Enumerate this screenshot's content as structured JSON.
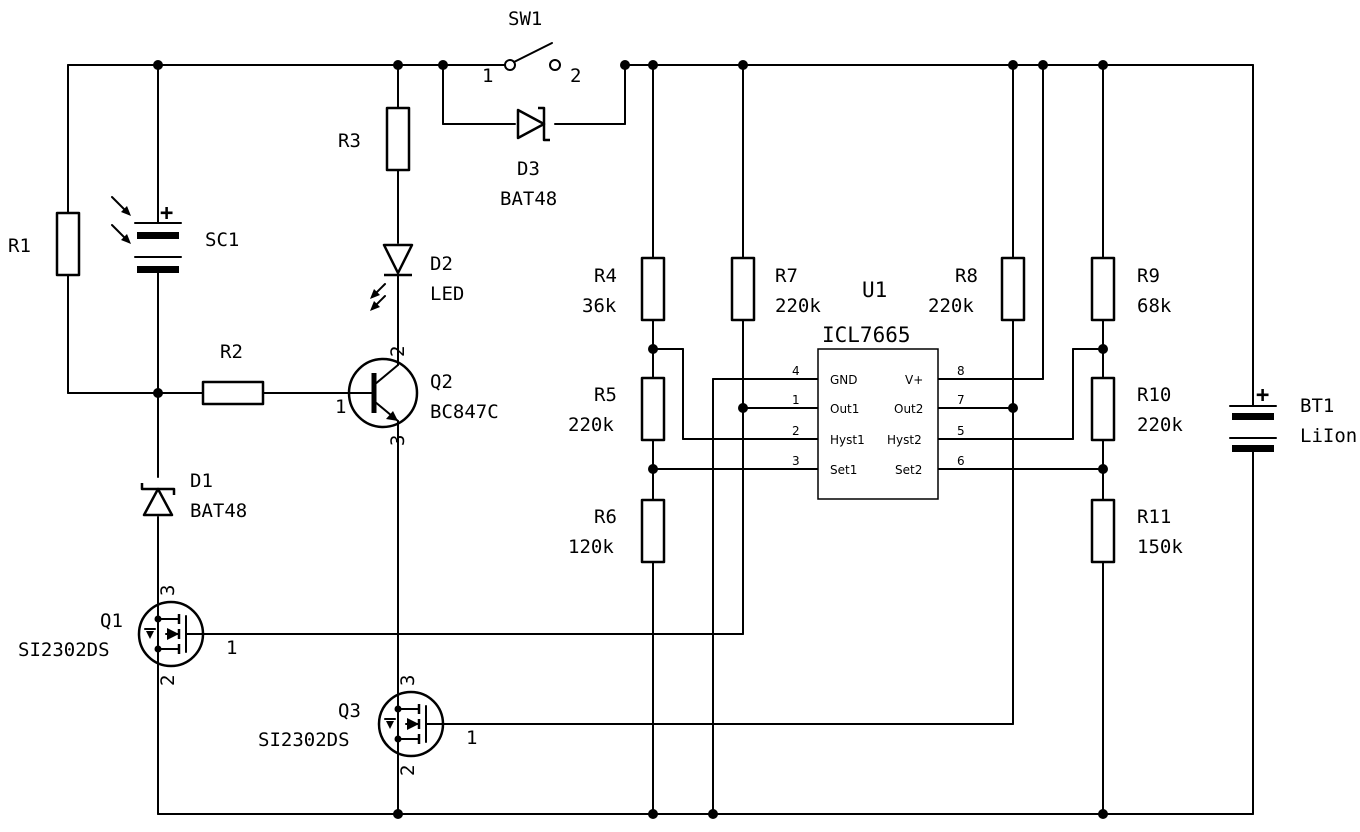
{
  "components": {
    "R1": {
      "ref": "R1"
    },
    "R2": {
      "ref": "R2"
    },
    "R3": {
      "ref": "R3"
    },
    "R4": {
      "ref": "R4",
      "value": "36k"
    },
    "R5": {
      "ref": "R5",
      "value": "220k"
    },
    "R6": {
      "ref": "R6",
      "value": "120k"
    },
    "R7": {
      "ref": "R7",
      "value": "220k"
    },
    "R8": {
      "ref": "R8",
      "value": "220k"
    },
    "R9": {
      "ref": "R9",
      "value": "68k"
    },
    "R10": {
      "ref": "R10",
      "value": "220k"
    },
    "R11": {
      "ref": "R11",
      "value": "150k"
    },
    "SC1": {
      "ref": "SC1"
    },
    "SW1": {
      "ref": "SW1",
      "pin1": "1",
      "pin2": "2"
    },
    "D1": {
      "ref": "D1",
      "value": "BAT48"
    },
    "D2": {
      "ref": "D2",
      "value": "LED"
    },
    "D3": {
      "ref": "D3",
      "value": "BAT48"
    },
    "Q1": {
      "ref": "Q1",
      "value": "SI2302DS",
      "pin_gate": "1",
      "pin_source": "2",
      "pin_drain": "3"
    },
    "Q2": {
      "ref": "Q2",
      "value": "BC847C",
      "pin_base": "1",
      "pin_collector": "2",
      "pin_emitter": "3"
    },
    "Q3": {
      "ref": "Q3",
      "value": "SI2302DS",
      "pin_gate": "1",
      "pin_source": "2",
      "pin_drain": "3"
    },
    "BT1": {
      "ref": "BT1",
      "value": "LiIon"
    },
    "U1": {
      "ref": "U1",
      "value": "ICL7665",
      "left_pins": [
        {
          "num": "4",
          "name": "GND"
        },
        {
          "num": "1",
          "name": "Out1"
        },
        {
          "num": "2",
          "name": "Hyst1"
        },
        {
          "num": "3",
          "name": "Set1"
        }
      ],
      "right_pins": [
        {
          "num": "8",
          "name": "V+"
        },
        {
          "num": "7",
          "name": "Out2"
        },
        {
          "num": "5",
          "name": "Hyst2"
        },
        {
          "num": "6",
          "name": "Set2"
        }
      ]
    }
  },
  "polarity": {
    "plus": "+"
  }
}
